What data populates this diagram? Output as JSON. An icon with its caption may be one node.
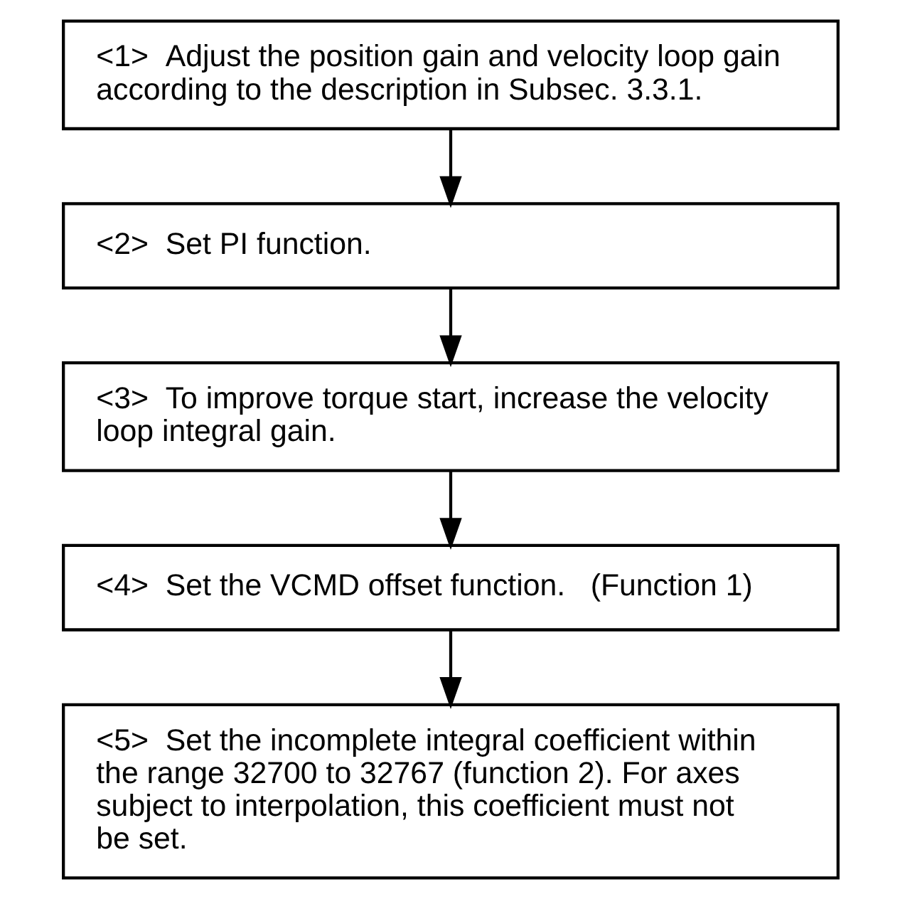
{
  "diagram": {
    "nodes": [
      {
        "text": [
          "<1>  Adjust the position gain and velocity loop gain according to the description in Subsec. 3.3.1."
        ]
      },
      {
        "text": [
          "<2>  Set PI function."
        ]
      },
      {
        "text": [
          "<3>  To improve torque start, increase the velocity loop integral gain."
        ]
      },
      {
        "text": [
          "<4>  Set the VCMD offset function.   (Function 1)"
        ]
      },
      {
        "text": [
          "<5>  Set the incomplete integral coefficient within the range 32700 to 32767 (function 2). For axes subject to interpolation, this coefficient must not be set."
        ]
      }
    ],
    "edges": [
      {
        "from": 0,
        "to": 1,
        "arrow": "to"
      },
      {
        "from": 1,
        "to": 2,
        "arrow": "to"
      },
      {
        "from": 2,
        "to": 3,
        "arrow": "to"
      },
      {
        "from": 3,
        "to": 4,
        "arrow": "to"
      }
    ]
  }
}
